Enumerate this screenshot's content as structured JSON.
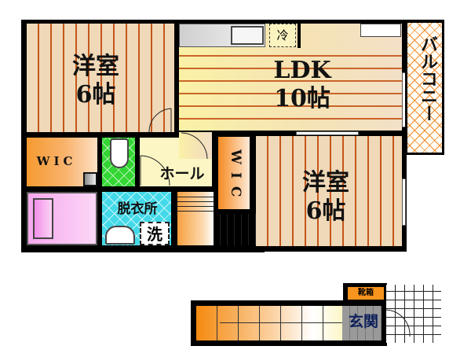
{
  "floor_plan": {
    "rooms": {
      "western_room_1": {
        "name": "洋室",
        "size": "6帖"
      },
      "ldk": {
        "name": "LDK",
        "size": "10帖"
      },
      "western_room_2": {
        "name": "洋室",
        "size": "6帖"
      },
      "balcony": {
        "name": "バルコニー"
      },
      "wic_1": {
        "name": "WIC"
      },
      "wic_2": {
        "name": "W I C"
      },
      "hall": {
        "name": "ホール"
      },
      "dressing_room": {
        "name": "脱衣所"
      },
      "entrance": {
        "name": "玄関"
      }
    },
    "fixtures": {
      "refrigerator": "冷",
      "washer": "洗",
      "shoe_box": "靴箱"
    },
    "colors": {
      "wall": "#000000",
      "wood_floor": "#f0d9b8",
      "wood_line": "#c4561a",
      "ldk_floor": "#faeea5",
      "wic": "#f59a30",
      "toilet_floor": "#33d633",
      "wash_floor": "#43d9e8",
      "bath": "#f6a9ee",
      "balcony_lattice": "#f08a2a"
    }
  }
}
